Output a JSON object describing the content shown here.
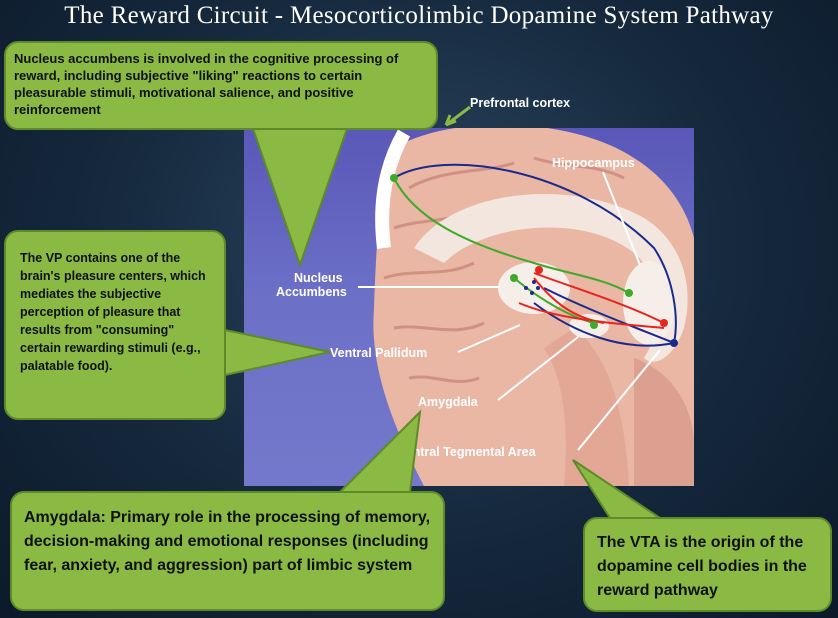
{
  "title": "The Reward Circuit - Mesocorticolimbic Dopamine System Pathway",
  "labels": {
    "prefrontal": "Prefrontal cortex",
    "hippocampus": "Hippocampus",
    "nucleus_accumbens_1": "Nucleus",
    "nucleus_accumbens_2": "Accumbens",
    "ventral_pallidum": "Ventral Pallidum",
    "amygdala": "Amygdala",
    "vta": "Ventral Tegmental Area"
  },
  "callouts": {
    "nucleus_accumbens": "Nucleus accumbens is involved in the cognitive processing of reward, including subjective \"liking\" reactions to certain pleasurable stimuli, motivational salience, and positive reinforcement",
    "ventral_pallidum": "The VP contains one of the brain's pleasure centers, which mediates the subjective perception of pleasure that results from \"consuming\" certain rewarding stimuli (e.g., palatable food).",
    "amygdala": "Amygdala: Primary role in the processing of memory, decision-making and emotional responses (including fear, anxiety, and aggression) part of limbic system",
    "vta": "The VTA is the origin of the dopamine cell bodies in the reward pathway"
  },
  "colors": {
    "callout_fill": "#8ab944",
    "pathway_red": "#e8241e",
    "pathway_blue": "#1a2a8c",
    "pathway_green": "#3daa2a"
  }
}
